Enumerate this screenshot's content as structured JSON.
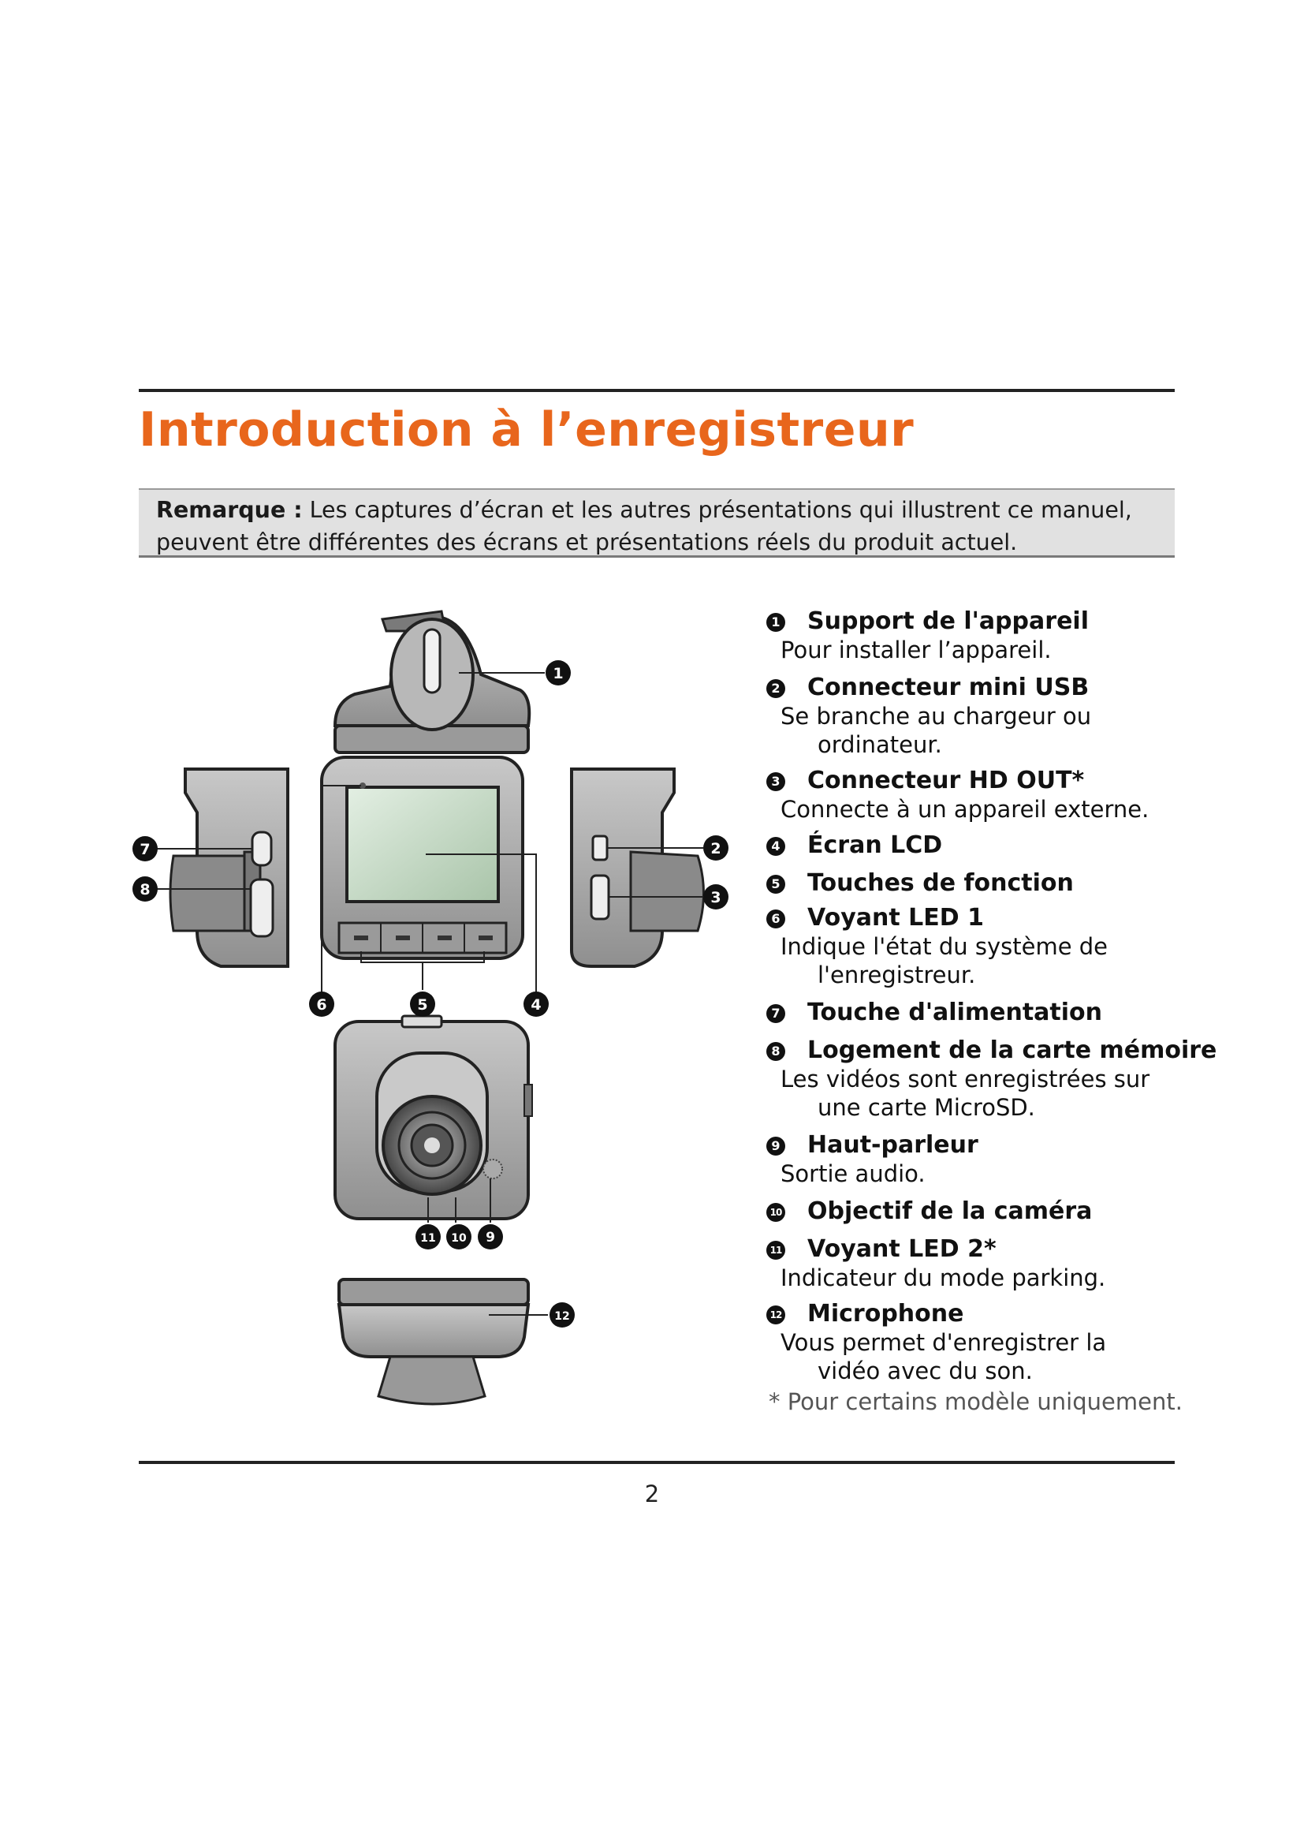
{
  "page": {
    "title": "Introduction à l’enregistreur",
    "note": {
      "label": "Remarque :",
      "text": "Les captures d’écran et les autres présentations qui illustrent ce manuel, peuvent être différentes des écrans et présentations réels du produit actuel."
    },
    "page_number": "2"
  },
  "figure": {
    "callouts": [
      "1",
      "2",
      "3",
      "4",
      "5",
      "6",
      "7",
      "8",
      "9",
      "10",
      "11",
      "12"
    ]
  },
  "legend": {
    "items": [
      {
        "num": "1",
        "title": "Support de l'appareil",
        "desc": "Pour installer l’appareil."
      },
      {
        "num": "2",
        "title": "Connecteur mini USB",
        "desc": "Se branche au chargeur ou ordinateur."
      },
      {
        "num": "3",
        "title": "Connecteur HD OUT*",
        "desc": "Connecte à un appareil externe."
      },
      {
        "num": "4",
        "title": "Écran LCD",
        "desc": ""
      },
      {
        "num": "5",
        "title": "Touches de fonction",
        "desc": ""
      },
      {
        "num": "6",
        "title": "Voyant LED 1",
        "desc": "Indique l'état du système de l'enregistreur."
      },
      {
        "num": "7",
        "title": "Touche d'alimentation",
        "desc": ""
      },
      {
        "num": "8",
        "title": "Logement de la carte mémoire",
        "desc": "Les vidéos sont enregistrées sur une carte MicroSD."
      },
      {
        "num": "9",
        "title": "Haut-parleur",
        "desc": "Sortie audio."
      },
      {
        "num": "10",
        "title": "Objectif de la caméra",
        "desc": ""
      },
      {
        "num": "11",
        "title": "Voyant LED 2*",
        "desc": "Indicateur du mode parking."
      },
      {
        "num": "12",
        "title": "Microphone",
        "desc": "Vous permet d'enregistrer la vidéo avec du son."
      }
    ],
    "footnote": "* Pour certains modèle uniquement."
  }
}
